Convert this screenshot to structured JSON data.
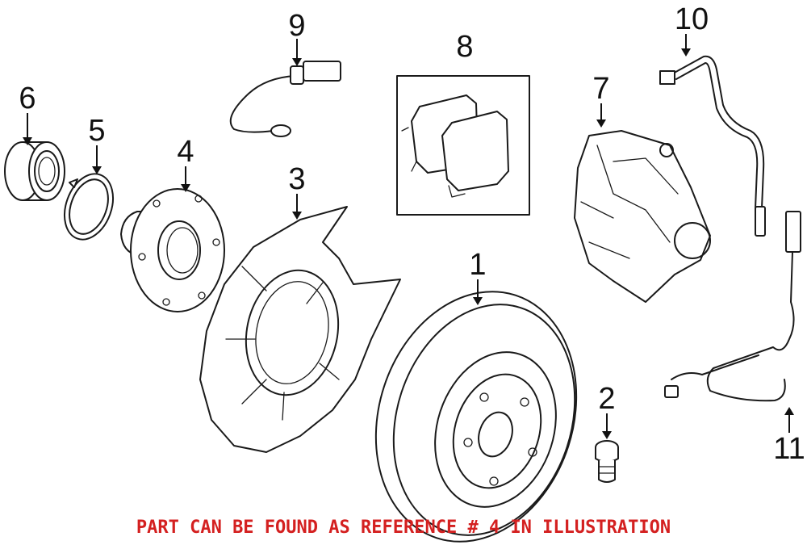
{
  "callouts": {
    "c1": "1",
    "c2": "2",
    "c3": "3",
    "c4": "4",
    "c5": "5",
    "c6": "6",
    "c7": "7",
    "c8": "8",
    "c9": "9",
    "c10": "10",
    "c11": "11"
  },
  "footer": {
    "note": "PART CAN BE FOUND AS REFERENCE # 4 IN ILLUSTRATION"
  },
  "colors": {
    "line_art": "#1a1a1a",
    "note_text": "#d42020",
    "background": "#ffffff"
  }
}
